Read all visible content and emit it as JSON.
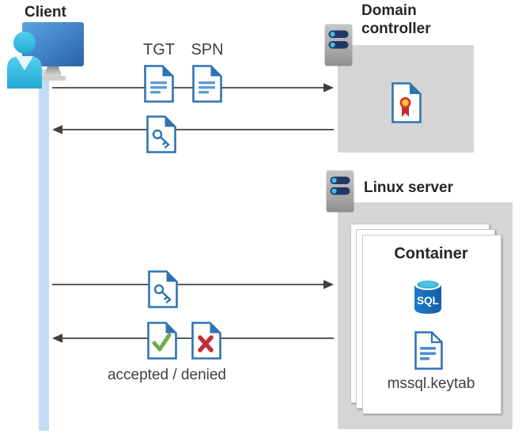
{
  "nodes": {
    "client": "Client",
    "domain_controller": "Domain controller",
    "linux_server": "Linux server",
    "container": "Container"
  },
  "labels": {
    "tgt": "TGT",
    "spn": "SPN",
    "sql": "SQL",
    "keytab_file": "mssql.keytab",
    "accepted_denied": "accepted / denied"
  },
  "icons": {
    "client": "person-at-monitor-icon",
    "domain_controller": "server-icon",
    "linux_server": "server-icon",
    "certificate": "certificate-seal-icon",
    "tgt": "document-icon",
    "spn": "document-icon",
    "service_ticket": "key-document-icon",
    "accepted": "checkmark-document-icon",
    "denied": "x-document-icon",
    "sql": "sql-database-cylinder-icon",
    "keytab": "document-icon"
  },
  "colors": {
    "document_blue": "#2E74B5",
    "document_line_blue": "#5B9BD5",
    "accepted_green": "#70AD47",
    "denied_red": "#BE2E35",
    "lifeline_blue": "#C3DCF5",
    "node_box_gray": "#D5D5D5",
    "arrow_gray": "#404040",
    "server_bar_navy": "#203864",
    "server_dot_cyan": "#41C0E8",
    "sql_cylinder_blue": "#176FC1",
    "sql_top_cyan": "#49C5E3",
    "certificate_seal_red": "#D13438",
    "certificate_seal_yellow": "#FFC72C",
    "monitor_blue": "#3D7BC4",
    "person_cyan": "#35C1E5"
  }
}
